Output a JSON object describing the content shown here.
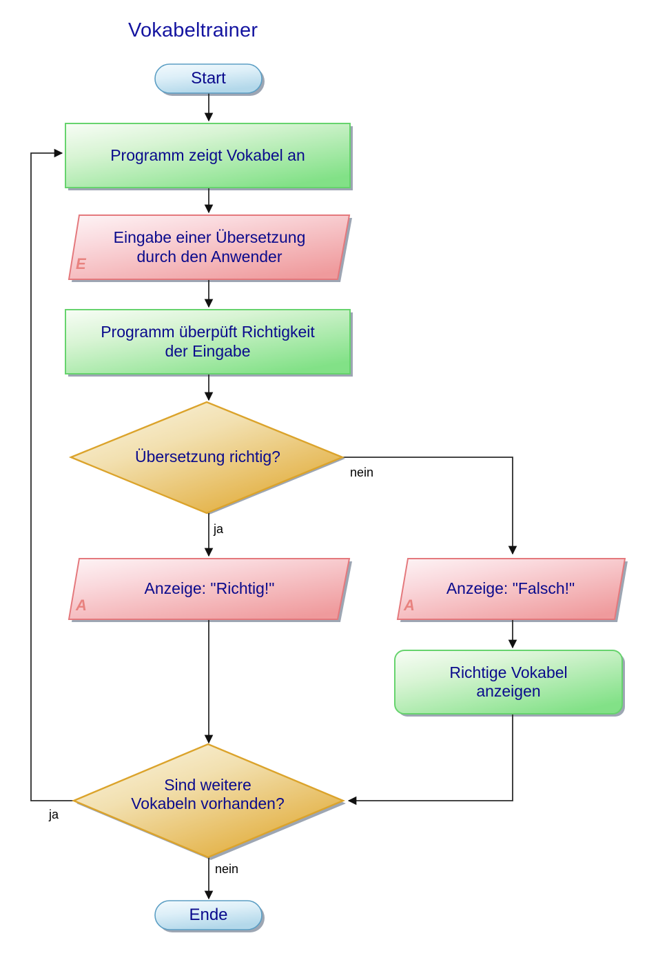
{
  "diagram": {
    "title": "Vokabeltrainer",
    "type": "flowchart",
    "colors": {
      "title_text": "#1414a0",
      "node_text": "#0a0a8c",
      "terminator_fill_light": "#eaf6fb",
      "terminator_fill_dark": "#b9dced",
      "terminator_border": "#5b9ec4",
      "process_fill_light": "#f2fbf0",
      "process_fill_dark": "#82e187",
      "process_border": "#66d36d",
      "io_fill_light": "#fdf0f2",
      "io_fill_dark": "#ef9a9c",
      "io_border": "#e4787c",
      "io_marker": "#e8827f",
      "decision_fill_light": "#f7efd3",
      "decision_fill_dark": "#e0a62c",
      "decision_border": "#dba32b",
      "shadow": "#8c96a6",
      "edge_line": "#2b2b2b",
      "edge_label_text": "#000000"
    },
    "nodes": [
      {
        "id": "start",
        "shape": "terminator",
        "label": "Start"
      },
      {
        "id": "show",
        "shape": "process",
        "label": "Programm zeigt Vokabel an"
      },
      {
        "id": "input",
        "shape": "io",
        "label": "Eingabe einer Übersetzung\ndurch den Anwender",
        "marker": "E"
      },
      {
        "id": "check",
        "shape": "process",
        "label": "Programm überpüft Richtigkeit\nder Eingabe"
      },
      {
        "id": "correct_q",
        "shape": "decision",
        "label": "Übersetzung richtig?"
      },
      {
        "id": "out_right",
        "shape": "io",
        "label": "Anzeige: \"Richtig!\"",
        "marker": "A"
      },
      {
        "id": "out_wrong",
        "shape": "io",
        "label": "Anzeige: \"Falsch!\"",
        "marker": "A"
      },
      {
        "id": "show_right",
        "shape": "process",
        "label": "Richtige Vokabel\nanzeigen"
      },
      {
        "id": "more_q",
        "shape": "decision",
        "label": "Sind weitere\nVokabeln vorhanden?"
      },
      {
        "id": "end",
        "shape": "terminator",
        "label": "Ende"
      }
    ],
    "edges": [
      {
        "from": "start",
        "to": "show",
        "label": ""
      },
      {
        "from": "show",
        "to": "input",
        "label": ""
      },
      {
        "from": "input",
        "to": "check",
        "label": ""
      },
      {
        "from": "check",
        "to": "correct_q",
        "label": ""
      },
      {
        "from": "correct_q",
        "to": "out_right",
        "label": "ja"
      },
      {
        "from": "correct_q",
        "to": "out_wrong",
        "label": "nein"
      },
      {
        "from": "out_right",
        "to": "more_q",
        "label": ""
      },
      {
        "from": "out_wrong",
        "to": "show_right",
        "label": ""
      },
      {
        "from": "show_right",
        "to": "more_q",
        "label": ""
      },
      {
        "from": "more_q",
        "to": "show",
        "label": "ja"
      },
      {
        "from": "more_q",
        "to": "end",
        "label": "nein"
      }
    ],
    "edge_labels": {
      "correct_ja": "ja",
      "correct_nein": "nein",
      "more_ja": "ja",
      "more_nein": "nein"
    }
  }
}
